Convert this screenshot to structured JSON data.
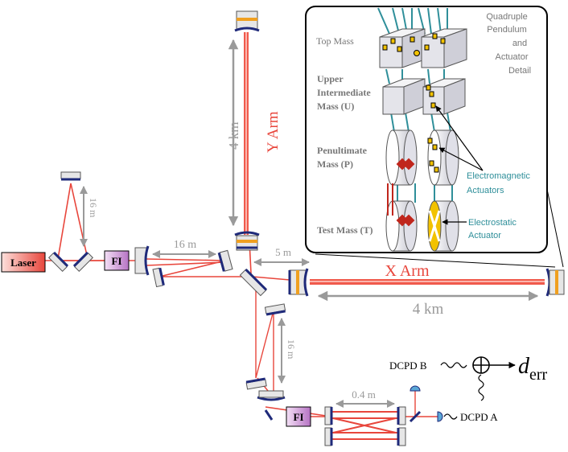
{
  "labels": {
    "laser": "Laser",
    "fi_input": "FI",
    "fi_output": "FI",
    "y_arm": "Y Arm",
    "x_arm": "X Arm",
    "y_arm_length": "4 km",
    "x_arm_length": "4 km",
    "input_mc_length": "16 m",
    "prc_length": "16 m",
    "src_length": "16 m",
    "bs_offset": "5 m",
    "omc_length": "0.4 m",
    "dcpd_a": "DCPD A",
    "dcpd_b": "DCPD B",
    "d_err_main": "d",
    "d_err_sub": "err"
  },
  "inset": {
    "title_line1": "Quadruple",
    "title_line2": "Pendulum",
    "title_line3": "and",
    "title_line4": "Actuator",
    "title_line5": "Detail",
    "top_mass": "Top Mass",
    "upper_intermediate_line1": "Upper",
    "upper_intermediate_line2": "Intermediate",
    "upper_intermediate_line3": "Mass (U)",
    "penultimate_line1": "Penultimate",
    "penultimate_line2": "Mass (P)",
    "test_mass": "Test Mass (T)",
    "electromagnetic_line1": "Electromagnetic",
    "electromagnetic_line2": "Actuators",
    "electrostatic_line1": "Electrostatic",
    "electrostatic_line2": "Actuator"
  },
  "colors": {
    "beam": "#e8463c",
    "beam_light": "#f7a49c",
    "mirror_dark": "#1f2a7a",
    "mirror_body": "#dcdcdc",
    "coating": "#f0a020",
    "dimension": "#9a9a9a",
    "teal": "#2f8f9a",
    "laser_box": "#e8463c",
    "fi_box": "#c58ad0",
    "actuator": "#f2c200"
  }
}
